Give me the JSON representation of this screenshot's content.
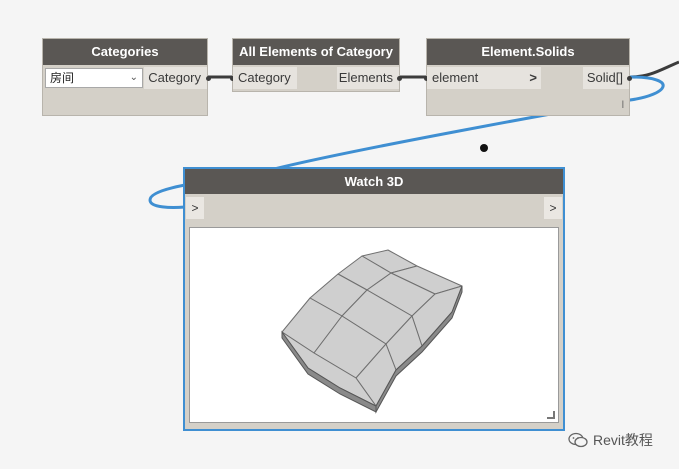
{
  "nodes": {
    "categories": {
      "title": "Categories",
      "selected": "房间",
      "output": "Category"
    },
    "all_elements": {
      "title": "All Elements of Category",
      "input": "Category",
      "output": "Elements"
    },
    "element_solids": {
      "title": "Element.Solids",
      "input": "element",
      "input_arrow": ">",
      "output": "Solid[]",
      "lacing": "l"
    },
    "watch3d": {
      "title": "Watch 3D",
      "input": ">",
      "output": ">"
    }
  },
  "watermark": {
    "text": "Revit教程"
  },
  "colors": {
    "header": "#5a5754",
    "node_body": "#d4d0c8",
    "selected_border": "#3f8fd2",
    "wire_selected": "#3f8fd2",
    "wire": "#3c3c3c",
    "canvas": "#f5f5f5"
  },
  "icons": {
    "dropdown": "chevron-down-icon",
    "watermark": "wechat-logo-icon"
  }
}
